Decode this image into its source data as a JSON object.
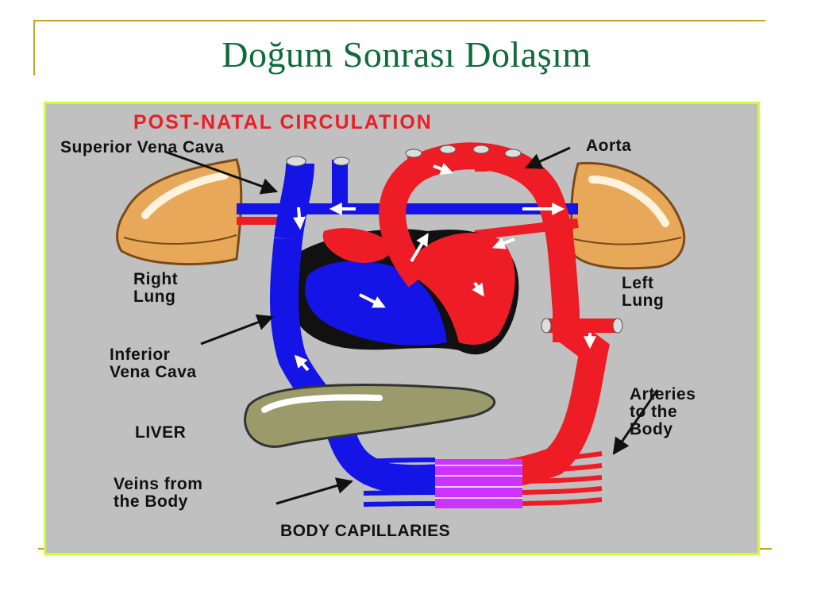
{
  "slide": {
    "title": "Doğum  Sonrası Dolaşım",
    "accent_color": "#c9a227",
    "title_color": "#0e6b3a"
  },
  "diagram": {
    "title": "POST-NATAL CIRCULATION",
    "labels": {
      "superior_vena_cava": "Superior Vena Cava",
      "aorta": "Aorta",
      "right_lung": "Right\nLung",
      "left_lung": "Left\nLung",
      "inferior_vena_cava": "Inferior\nVena Cava",
      "arteries_to_body": "Arteries\nto the\nBody",
      "liver": "LIVER",
      "veins_from_body": "Veins from\nthe Body",
      "body_capillaries": "BODY CAPILLARIES"
    },
    "colors": {
      "background": "#c0c0c0",
      "border": "#ccff33",
      "deoxygenated": "#1414e6",
      "oxygenated": "#ee1c24",
      "capillaries": "#cc33ff",
      "lungs": "#e8a85a",
      "liver": "#9a9a6a"
    }
  }
}
